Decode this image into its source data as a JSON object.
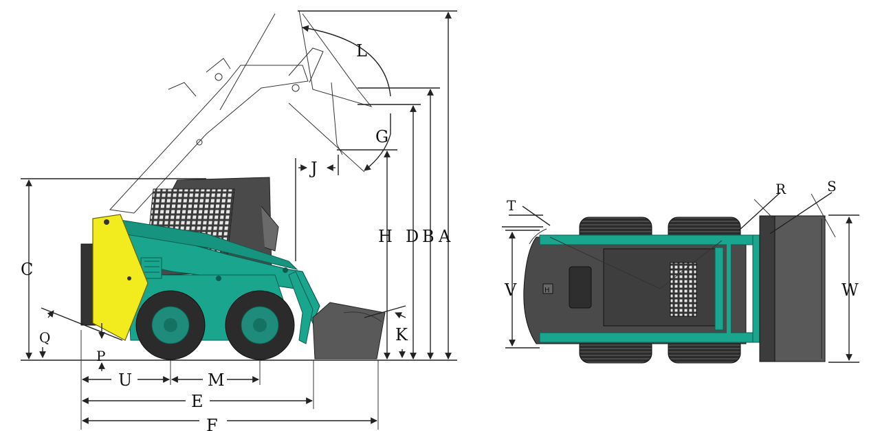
{
  "side_view": {
    "dimension_labels": {
      "A": "A",
      "B": "B",
      "D": "D",
      "H": "H",
      "C": "C",
      "L": "L",
      "G": "G",
      "J": "J",
      "K": "K",
      "Q": "Q",
      "P": "P",
      "U": "U",
      "M": "M",
      "E": "E",
      "F": "F"
    }
  },
  "top_view": {
    "dimension_labels": {
      "T": "T",
      "R": "R",
      "S": "S",
      "V": "V",
      "W": "W"
    },
    "cab_badge": "H"
  },
  "colors": {
    "body_teal": "#1aa58f",
    "body_yellow": "#f2ec1e",
    "tire": "#2b2b2b",
    "cab": "#4a4a4a",
    "bucket": "#595959",
    "rim": "#1f8b7a"
  }
}
